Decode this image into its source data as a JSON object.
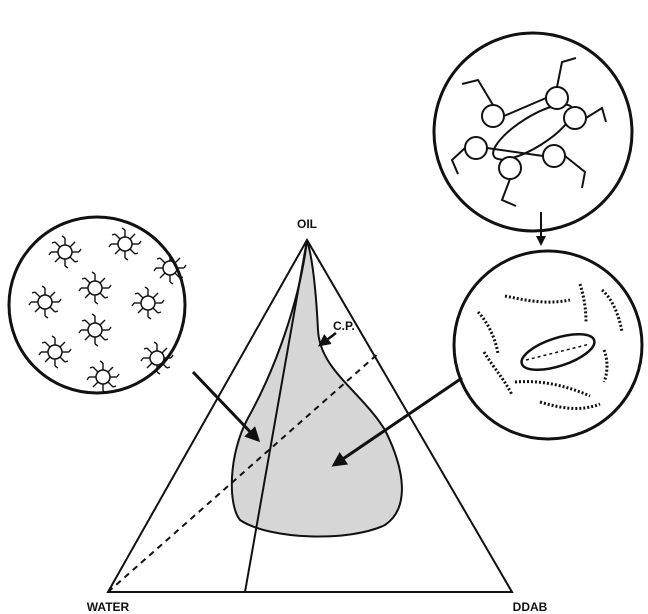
{
  "labels": {
    "oil": "OIL",
    "water": "WATER",
    "ddab": "DDAB",
    "critical_point": "C.P."
  },
  "colors": {
    "ink": "#111111",
    "region_fill": "#d6d6d6",
    "background": "#ffffff"
  },
  "insets": [
    {
      "name": "droplet-micelles-inset",
      "structure": "spherical micelles"
    },
    {
      "name": "molecule-inset",
      "structure": "aromatic ring molecule"
    },
    {
      "name": "bicontinuous-inset",
      "structure": "connected surfactant sheets"
    }
  ]
}
